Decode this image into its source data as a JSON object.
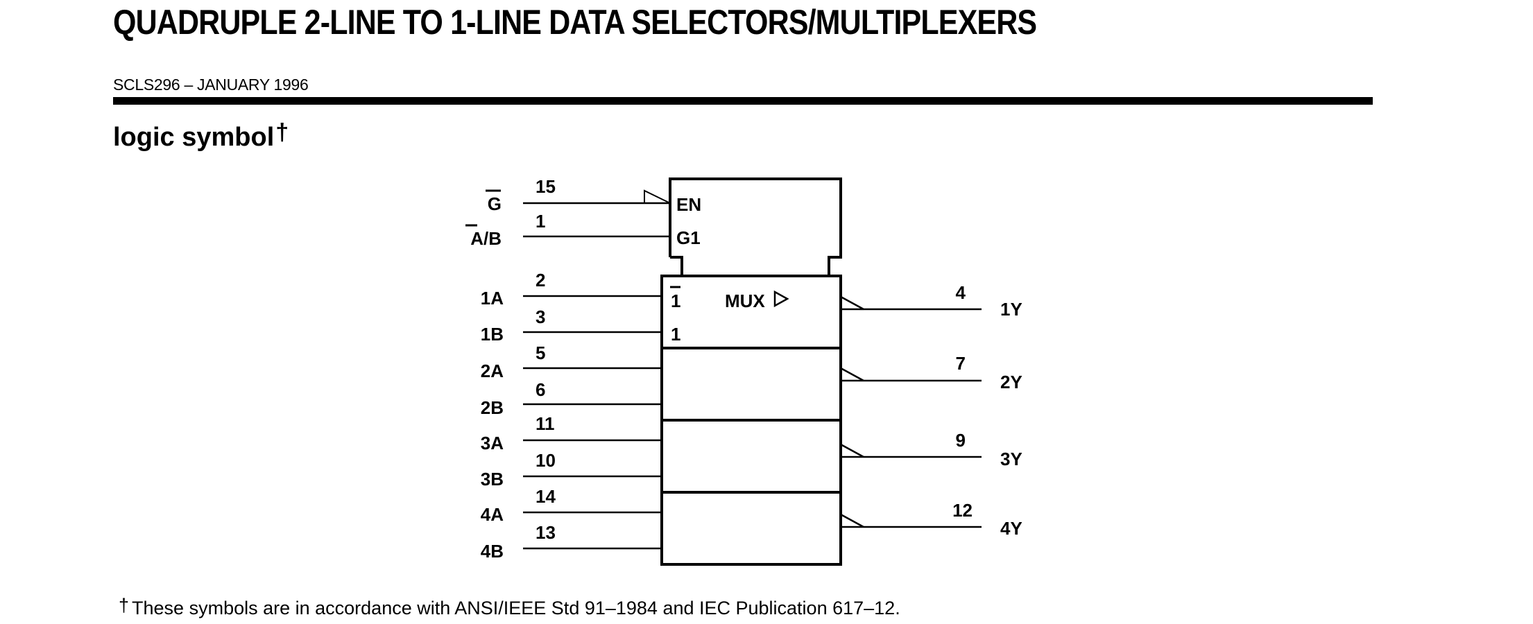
{
  "header": {
    "title": "QUADRUPLE 2-LINE TO 1-LINE DATA SELECTORS/MULTIPLEXERS",
    "doc_id": "SCLS296 – JANUARY 1996"
  },
  "section": {
    "heading": "logic symbol",
    "heading_mark": "†"
  },
  "diagram": {
    "control_inputs": [
      {
        "label": "G",
        "pin": "15",
        "port": "EN"
      },
      {
        "label": "A/B",
        "pin": "1",
        "port": "G1"
      }
    ],
    "mux_label": "MUX",
    "mux_ports": [
      "1",
      "1"
    ],
    "data_inputs": [
      {
        "label": "1A",
        "pin": "2"
      },
      {
        "label": "1B",
        "pin": "3"
      },
      {
        "label": "2A",
        "pin": "5"
      },
      {
        "label": "2B",
        "pin": "6"
      },
      {
        "label": "3A",
        "pin": "11"
      },
      {
        "label": "3B",
        "pin": "10"
      },
      {
        "label": "4A",
        "pin": "14"
      },
      {
        "label": "4B",
        "pin": "13"
      }
    ],
    "outputs": [
      {
        "label": "1Y",
        "pin": "4"
      },
      {
        "label": "2Y",
        "pin": "7"
      },
      {
        "label": "3Y",
        "pin": "9"
      },
      {
        "label": "4Y",
        "pin": "12"
      }
    ]
  },
  "footnote": {
    "mark": "†",
    "text": "These symbols are in accordance with ANSI/IEEE Std 91–1984 and IEC Publication 617–12."
  }
}
